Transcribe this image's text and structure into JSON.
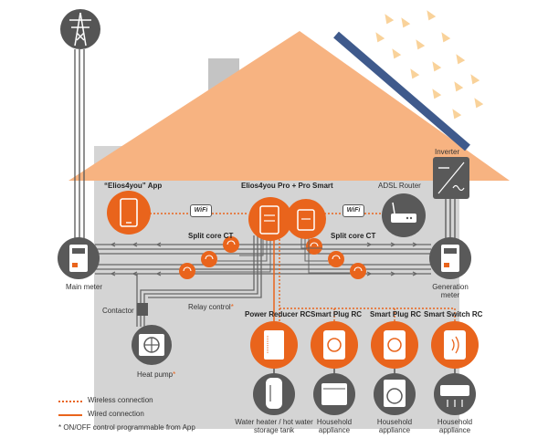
{
  "labels": {
    "app": "“Elios4you” App",
    "device": "Elios4you Pro + Pro Smart",
    "router": "ADSL Router",
    "inverter": "Inverter",
    "split_left": "Split core CT",
    "split_right": "Split core CT",
    "main_meter": "Main meter",
    "generation_meter": "Generation meter",
    "contactor": "Contactor",
    "relay": "Relay control",
    "relay_mark": "*",
    "heat_pump": "Heat pump",
    "heat_pump_mark": "*",
    "wifi_left": "WiFi",
    "wifi_right": "WiFi",
    "power_reducer": "Power Reducer RC",
    "smart_plug_1": "Smart Plug RC",
    "smart_plug_2": "Smart Plug RC",
    "smart_switch": "Smart Switch RC",
    "water_heater": "Water heater / hot water storage tank",
    "household_1": "Household appliance",
    "household_2": "Household appliance",
    "household_3": "Household appliance"
  },
  "legend": {
    "wireless": "Wireless connection",
    "wired": "Wired connection",
    "note": "* ON/OFF control programmable from App"
  },
  "colors": {
    "orange": "#e9641c",
    "roof": "#f7b381",
    "house": "#d4d4d4",
    "dark": "#595959",
    "panel": "#3f5a8c",
    "sun": "#f9d29a"
  },
  "icons": {
    "pylon": "power-pylon-icon",
    "app": "smartphone-icon",
    "router": "router-icon",
    "inverter": "inverter-icon",
    "meter": "energy-meter-icon",
    "heat_pump": "fan-icon",
    "ct": "current-transformer-icon",
    "plug": "smart-plug-icon",
    "switch": "smart-switch-icon",
    "tank": "water-tank-icon",
    "dishwasher": "dishwasher-icon",
    "washer": "washing-machine-icon",
    "ac": "air-conditioner-icon"
  }
}
